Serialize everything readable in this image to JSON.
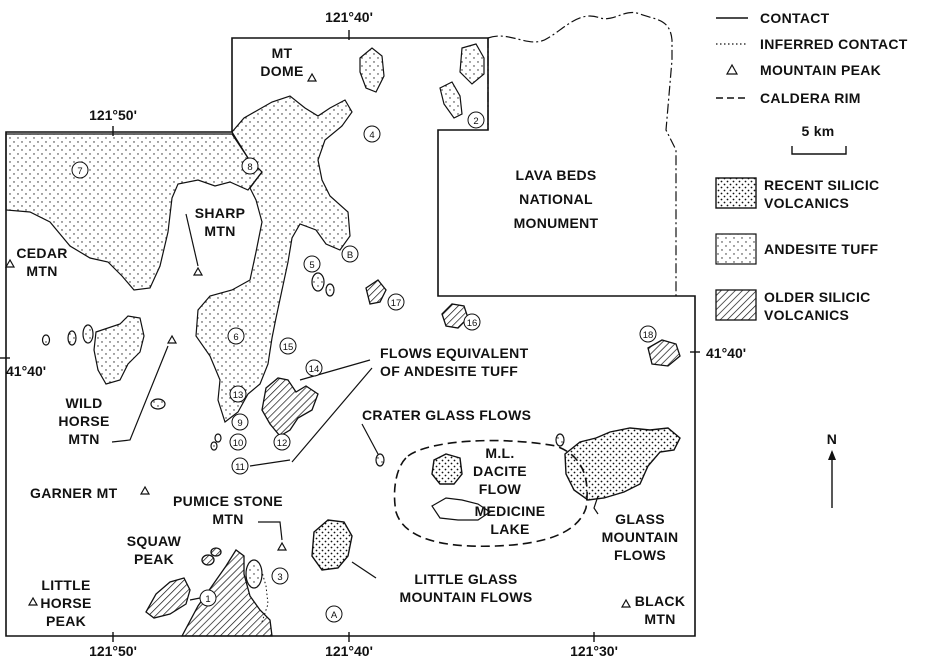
{
  "legend": {
    "contact": "CONTACT",
    "inferred_contact": "INFERRED CONTACT",
    "mountain_peak": "MOUNTAIN PEAK",
    "caldera_rim": "CALDERA RIM",
    "scale": "5 km",
    "recent_1": "RECENT SILICIC",
    "recent_2": "VOLCANICS",
    "tuff": "ANDESITE TUFF",
    "older_1": "OLDER SILICIC",
    "older_2": "VOLCANICS"
  },
  "coords": {
    "top": "121°40'",
    "left_top": "121°50'",
    "bottom_1": "121°50'",
    "bottom_2": "121°40'",
    "bottom_3": "121°30'",
    "lat_left": "41°40'",
    "lat_right": "41°40'"
  },
  "places": {
    "mt_dome_1": "MT",
    "mt_dome_2": "DOME",
    "lava_1": "LAVA BEDS",
    "lava_2": "NATIONAL",
    "lava_3": "MONUMENT",
    "sharp_1": "SHARP",
    "sharp_2": "MTN",
    "cedar_1": "CEDAR",
    "cedar_2": "MTN",
    "wild_1": "WILD",
    "wild_2": "HORSE",
    "wild_3": "MTN",
    "flows_eq_1": "FLOWS EQUIVALENT",
    "flows_eq_2": "OF ANDESITE TUFF",
    "crater_glass": "CRATER GLASS FLOWS",
    "ml_1": "M.L.",
    "ml_2": "DACITE",
    "ml_3": "FLOW",
    "medicine_1": "MEDICINE",
    "medicine_2": "LAKE",
    "glass_1": "GLASS",
    "glass_2": "MOUNTAIN",
    "glass_3": "FLOWS",
    "garner": "GARNER MT",
    "pumice_1": "PUMICE STONE",
    "pumice_2": "MTN",
    "squaw_1": "SQUAW",
    "squaw_2": "PEAK",
    "lgm_1": "LITTLE GLASS",
    "lgm_2": "MOUNTAIN FLOWS",
    "lh_1": "LITTLE",
    "lh_2": "HORSE",
    "lh_3": "PEAK",
    "black_1": "BLACK",
    "black_2": "MTN",
    "north": "N"
  },
  "markers": {
    "m1": "1",
    "m2": "2",
    "m3": "3",
    "m4": "4",
    "m5": "5",
    "m6": "6",
    "m7": "7",
    "m8": "8",
    "m9": "9",
    "m10": "10",
    "m11": "11",
    "m12": "12",
    "m13": "13",
    "m14": "14",
    "m15": "15",
    "m16": "16",
    "m17": "17",
    "m18": "18",
    "mA": "A",
    "mB": "B"
  }
}
